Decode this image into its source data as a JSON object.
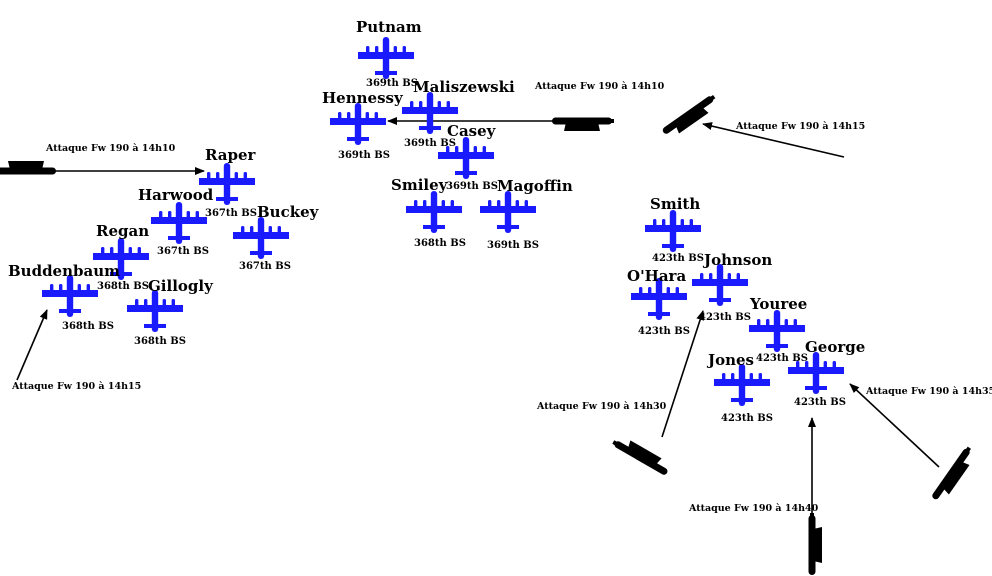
{
  "colors": {
    "bomber": "#1a1aff",
    "fighter": "#000000",
    "arrow": "#000000"
  },
  "bombers": [
    {
      "name": "Putnam",
      "unit": "369th BS"
    },
    {
      "name": "Maliszewski",
      "unit": "369th BS"
    },
    {
      "name": "Hennessy",
      "unit": "369th BS"
    },
    {
      "name": "Casey",
      "unit": "369th BS"
    },
    {
      "name": "Smiley",
      "unit": "368th BS"
    },
    {
      "name": "Magoffin",
      "unit": "369th BS"
    },
    {
      "name": "Raper",
      "unit": "367th BS"
    },
    {
      "name": "Harwood",
      "unit": "367th BS"
    },
    {
      "name": "Buckey",
      "unit": "367th BS"
    },
    {
      "name": "Regan",
      "unit": "368th BS"
    },
    {
      "name": "Buddenbaum",
      "unit": "368th BS"
    },
    {
      "name": "Gillogly",
      "unit": "368th BS"
    },
    {
      "name": "Smith",
      "unit": "423th BS"
    },
    {
      "name": "O'Hara",
      "unit": "423th BS"
    },
    {
      "name": "Johnson",
      "unit": "423th BS"
    },
    {
      "name": "Youree",
      "unit": "423th BS"
    },
    {
      "name": "Jones",
      "unit": "423th BS"
    },
    {
      "name": "George",
      "unit": "423th BS"
    }
  ],
  "attacks": [
    {
      "label": "Attaque Fw 190 à 14h10"
    },
    {
      "label": "Attaque Fw 190 à 14h10"
    },
    {
      "label": "Attaque Fw 190 à 14h15"
    },
    {
      "label": "Attaque Fw 190 à 14h15"
    },
    {
      "label": "Attaque Fw 190 à 14h30"
    },
    {
      "label": "Attaque Fw 190 à 14h35"
    },
    {
      "label": "Attaque Fw 190 à 14h40"
    }
  ]
}
